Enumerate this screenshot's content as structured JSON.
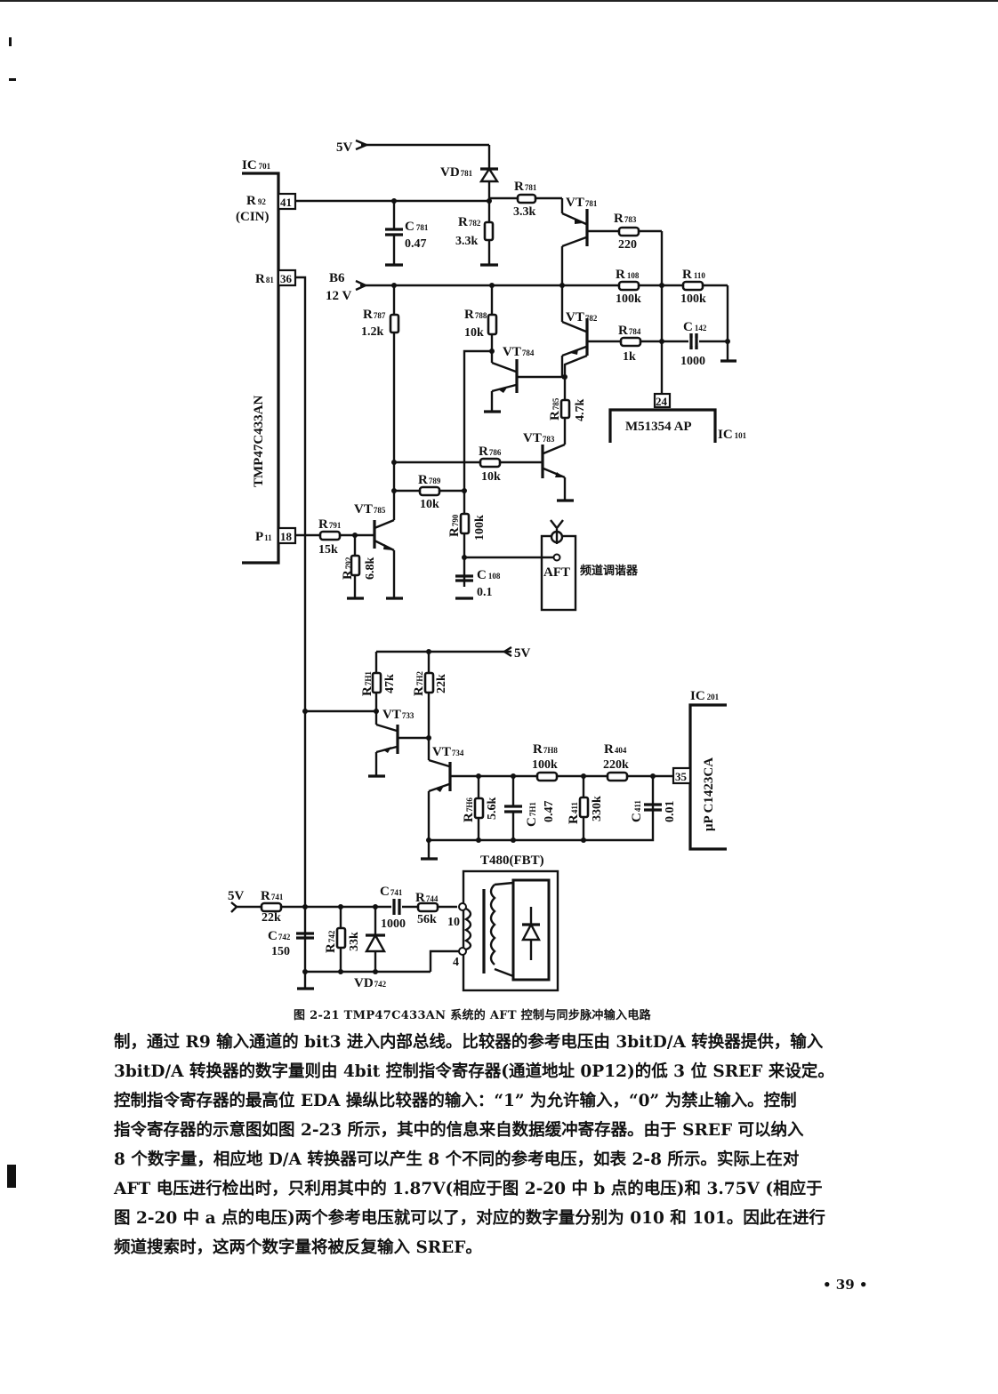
{
  "figure": {
    "caption": "图 2-21   TMP47C433AN 系统的 AFT 控制与同步脉冲输入电路",
    "ic701": {
      "ref": "IC",
      "ref_sub": "701",
      "part": "TMP47C433AN",
      "pins": [
        {
          "number": "41",
          "name": "R",
          "name_sub": "92",
          "alias": "(CIN)"
        },
        {
          "number": "36",
          "name": "R",
          "name_sub": "81"
        },
        {
          "number": "18",
          "name": "P",
          "name_sub": "11"
        }
      ]
    },
    "ic101": {
      "ref": "IC",
      "ref_sub": "101",
      "part": "M51354 AP",
      "pin": "24"
    },
    "ic201": {
      "ref": "IC",
      "ref_sub": "201",
      "part": "μP C1423CA",
      "pin": "35"
    },
    "supplies": {
      "v5_top": "5V",
      "b6_name": "B6",
      "b6_voltage": "12 V",
      "v5_mid": "5V",
      "v5_bottom": "5V"
    },
    "tuner": {
      "label": "AFT",
      "desc": "频道调谐器"
    },
    "transformer": {
      "ref": "T480(FBT)",
      "pin_a": "10",
      "pin_b": "4"
    },
    "components": [
      {
        "ref": "VD",
        "sub": "781",
        "value": ""
      },
      {
        "ref": "C",
        "sub": "781",
        "value": "0.47"
      },
      {
        "ref": "R",
        "sub": "782",
        "value": "3.3k"
      },
      {
        "ref": "R",
        "sub": "781",
        "value": "3.3k"
      },
      {
        "ref": "VT",
        "sub": "781",
        "value": ""
      },
      {
        "ref": "R",
        "sub": "783",
        "value": "220"
      },
      {
        "ref": "R",
        "sub": "108",
        "value": "100k"
      },
      {
        "ref": "R",
        "sub": "110",
        "value": "100k"
      },
      {
        "ref": "VT",
        "sub": "782",
        "value": ""
      },
      {
        "ref": "R",
        "sub": "784",
        "value": "1k"
      },
      {
        "ref": "C",
        "sub": "142",
        "value": "1000"
      },
      {
        "ref": "R",
        "sub": "787",
        "value": "1.2k"
      },
      {
        "ref": "R",
        "sub": "788",
        "value": "10k"
      },
      {
        "ref": "VT",
        "sub": "784",
        "value": ""
      },
      {
        "ref": "R",
        "sub": "785",
        "value": "4.7k"
      },
      {
        "ref": "VT",
        "sub": "783",
        "value": ""
      },
      {
        "ref": "R",
        "sub": "786",
        "value": "10k"
      },
      {
        "ref": "R",
        "sub": "789",
        "value": "10k"
      },
      {
        "ref": "VT",
        "sub": "785",
        "value": ""
      },
      {
        "ref": "R",
        "sub": "790",
        "value": "100k"
      },
      {
        "ref": "R",
        "sub": "791",
        "value": "15k"
      },
      {
        "ref": "R",
        "sub": "792",
        "value": "6.8k"
      },
      {
        "ref": "C",
        "sub": "108",
        "value": "0.1"
      },
      {
        "ref": "R",
        "sub": "7H1",
        "value": "47k"
      },
      {
        "ref": "R",
        "sub": "7H2",
        "value": "22k"
      },
      {
        "ref": "VT",
        "sub": "733",
        "value": ""
      },
      {
        "ref": "VT",
        "sub": "734",
        "value": ""
      },
      {
        "ref": "R",
        "sub": "7H8",
        "value": "100k"
      },
      {
        "ref": "R",
        "sub": "404",
        "value": "220k"
      },
      {
        "ref": "R",
        "sub": "7H6",
        "value": "5.6k"
      },
      {
        "ref": "C",
        "sub": "7H1",
        "value": "0.47"
      },
      {
        "ref": "R",
        "sub": "411",
        "value": "330k"
      },
      {
        "ref": "C",
        "sub": "411",
        "value": "0.01"
      },
      {
        "ref": "R",
        "sub": "741",
        "value": "22k"
      },
      {
        "ref": "C",
        "sub": "742",
        "value": "150"
      },
      {
        "ref": "R",
        "sub": "742",
        "value": "33k"
      },
      {
        "ref": "VD",
        "sub": "742",
        "value": ""
      },
      {
        "ref": "C",
        "sub": "741",
        "value": "1000"
      },
      {
        "ref": "R",
        "sub": "744",
        "value": "56k"
      }
    ]
  },
  "body": {
    "lines": [
      "制，通过 R9 输入通道的 bit3 进入内部总线。比较器的参考电压由 3bitD/A 转换器提供，输入",
      "3bitD/A 转换器的数字量则由 4bit 控制指令寄存器(通道地址 0P12)的低 3 位 SREF 来设定。",
      "控制指令寄存器的最高位 EDA 操纵比较器的输入：“1” 为允许输入，“0” 为禁止输入。控制",
      "指令寄存器的示意图如图 2-23 所示，其中的信息来自数据缓冲寄存器。由于 SREF 可以纳入",
      "8 个数字量，相应地 D/A 转换器可以产生 8 个不同的参考电压，如表 2-8 所示。实际上在对",
      "AFT 电压进行检出时，只利用其中的 1.87V(相应于图 2-20 中 b 点的电压)和 3.75V (相应于",
      "图 2-20 中 a 点的电压)两个参考电压就可以了，对应的数字量分别为 010 和 101。因此在进行",
      "频道搜索时，这两个数字量将被反复输入 SREF。"
    ]
  },
  "footer": {
    "page_number": "• 39 •"
  }
}
